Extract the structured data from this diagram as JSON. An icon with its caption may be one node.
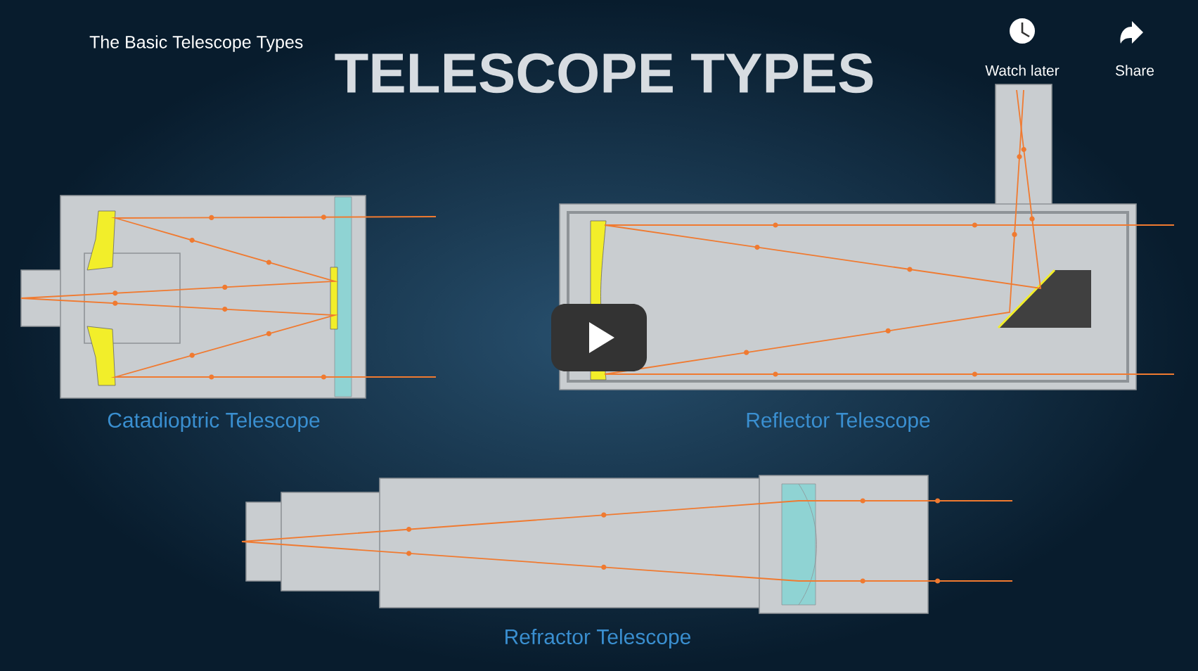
{
  "diagram": {
    "title": "TELESCOPE TYPES",
    "labels": [
      "The Basic Telescope Types",
      "Watch later",
      "Share",
      "Catadioptric Telescope",
      "Reflector Telescope",
      "Refractor Telescope"
    ]
  }
}
